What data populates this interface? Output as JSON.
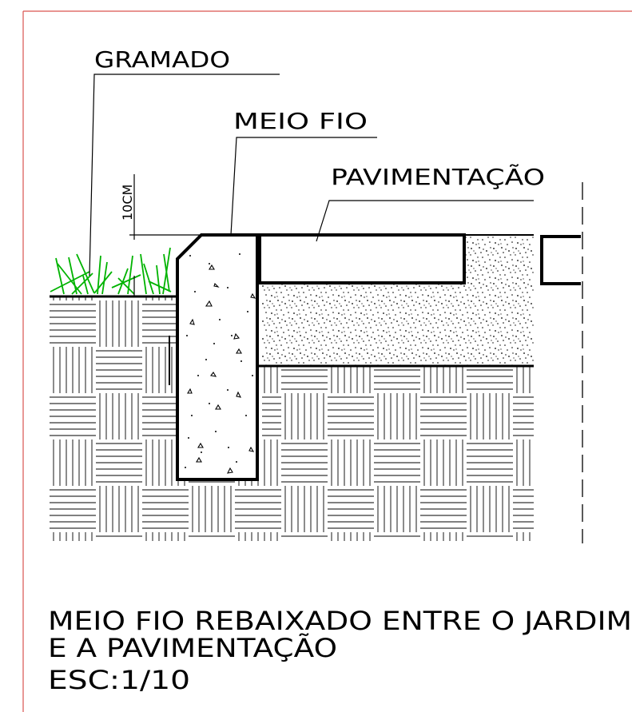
{
  "labels": {
    "gramado": "GRAMADO",
    "meio_fio": "MEIO  FIO",
    "pavimentacao": "PAVIMENTAÇÃO",
    "dimension": "10CM"
  },
  "caption": {
    "line1": "MEIO  FIO  REBAIXADO  ENTRE  O  JARDIM",
    "line2": "E  A  PAVIMENTAÇÃO",
    "scale": "ESC:1/10"
  },
  "colors": {
    "frame": "#d9534f",
    "grass": "#00b300",
    "ink": "#000000"
  }
}
